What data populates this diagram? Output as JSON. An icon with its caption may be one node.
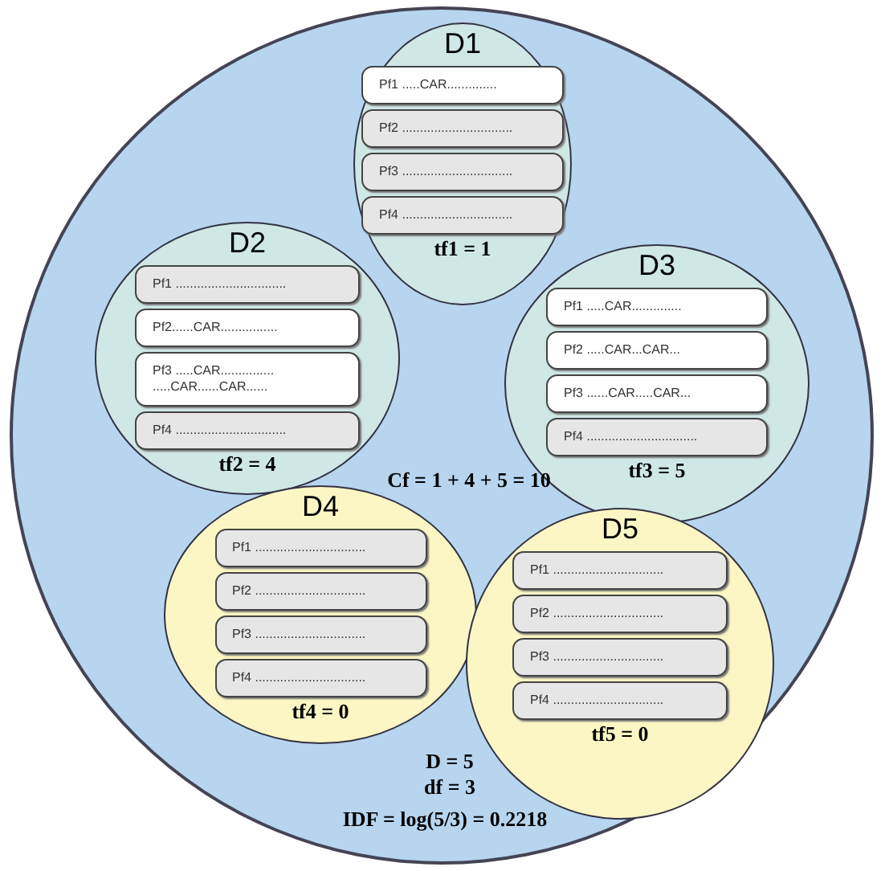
{
  "diagram": {
    "nodes": [
      {
        "text": [
          "Cf = 1 + 4 + 5 = 10",
          "D = 5",
          "df = 3",
          "IDF = log(5/3) = 0.2218"
        ]
      },
      {
        "text": [
          "D1",
          "tf1 = 1"
        ],
        "in": 0
      },
      {
        "text": [
          "Pf1 .....CAR.............."
        ],
        "in": 1
      },
      {
        "text": [
          "Pf2 ..............................."
        ],
        "in": 1
      },
      {
        "text": [
          "Pf3 ..............................."
        ],
        "in": 1
      },
      {
        "text": [
          "Pf4 ..............................."
        ],
        "in": 1
      },
      {
        "text": [
          "D2",
          "tf2 = 4"
        ],
        "in": 0
      },
      {
        "text": [
          "Pf1 ..............................."
        ],
        "in": 6
      },
      {
        "text": [
          "Pf2......CAR................"
        ],
        "in": 6
      },
      {
        "text": [
          "Pf3 .....CAR............... .....CAR......CAR......"
        ],
        "in": 6
      },
      {
        "text": [
          "Pf4 ..............................."
        ],
        "in": 6
      },
      {
        "text": [
          "D3",
          "tf3 = 5"
        ],
        "in": 0
      },
      {
        "text": [
          "Pf1 .....CAR.............."
        ],
        "in": 11
      },
      {
        "text": [
          "Pf2 .....CAR...CAR..."
        ],
        "in": 11
      },
      {
        "text": [
          "Pf3 ......CAR.....CAR..."
        ],
        "in": 11
      },
      {
        "text": [
          "Pf4 ..............................."
        ],
        "in": 11
      },
      {
        "text": [
          "D4",
          "tf4 = 0"
        ],
        "in": 0
      },
      {
        "text": [
          "Pf1 ..............................."
        ],
        "in": 16
      },
      {
        "text": [
          "Pf2 ..............................."
        ],
        "in": 16
      },
      {
        "text": [
          "Pf3 ..............................."
        ],
        "in": 16
      },
      {
        "text": [
          "Pf4 ..............................."
        ],
        "in": 16
      },
      {
        "text": [
          "D5",
          "tf5 = 0"
        ],
        "in": 0
      },
      {
        "text": [
          "Pf1 ..............................."
        ],
        "in": 21
      },
      {
        "text": [
          "Pf2 ..............................."
        ],
        "in": 21
      },
      {
        "text": [
          "Pf3 ..............................."
        ],
        "in": 21
      },
      {
        "text": [
          "Pf4 ..............................."
        ],
        "in": 21
      }
    ]
  }
}
